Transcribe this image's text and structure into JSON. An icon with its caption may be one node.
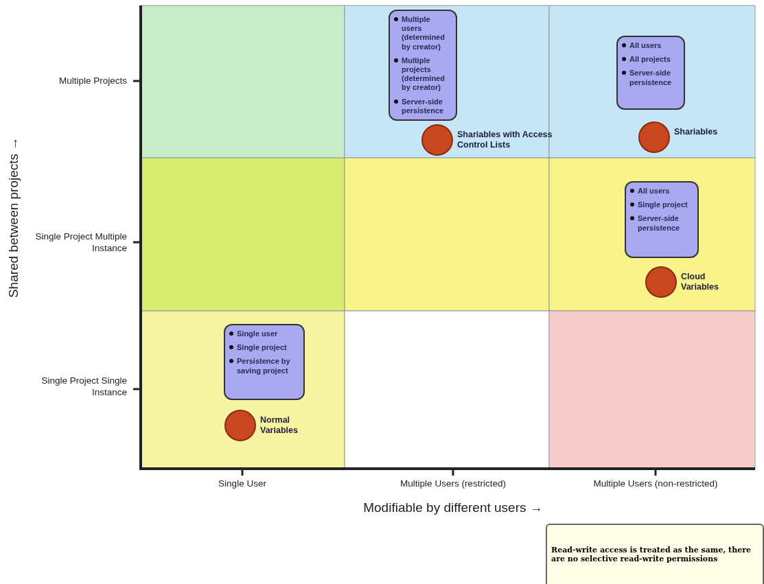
{
  "diagram": {
    "nodes": [
      {
        "text": [
          "Multiple users (determined by creator)",
          "Multiple projects (determined by creator)",
          "Server-side persistence"
        ]
      },
      {
        "text": [],
        "shape": "circle",
        "beside": [
          "Shariables with Access Control Lists"
        ]
      },
      {
        "text": [
          "All users",
          "All projects",
          "Server-side persistence"
        ]
      },
      {
        "text": [],
        "shape": "circle",
        "beside": [
          "Shariables"
        ]
      },
      {
        "text": [
          "All users",
          "Single project",
          "Server-side persistence"
        ]
      },
      {
        "text": [],
        "shape": "circle",
        "beside": [
          "Cloud Variables"
        ]
      },
      {
        "text": [
          "Single user",
          "Single project",
          "Persistence by saving project"
        ]
      },
      {
        "text": [],
        "shape": "circle",
        "beside": [
          "Normal Variables"
        ]
      },
      {
        "text": [
          "Read-write access is treated as the same, there are no selective read-write permissions"
        ]
      }
    ],
    "edges": [],
    "labels": [
      "Multiple Projects",
      "Shared between projects →",
      "Single Project Multiple Instance",
      "Single Project Single Instance",
      "Single User",
      "Multiple Users (restricted)",
      "Multiple Users (non-restricted)",
      "Modifiable by different users →"
    ]
  }
}
